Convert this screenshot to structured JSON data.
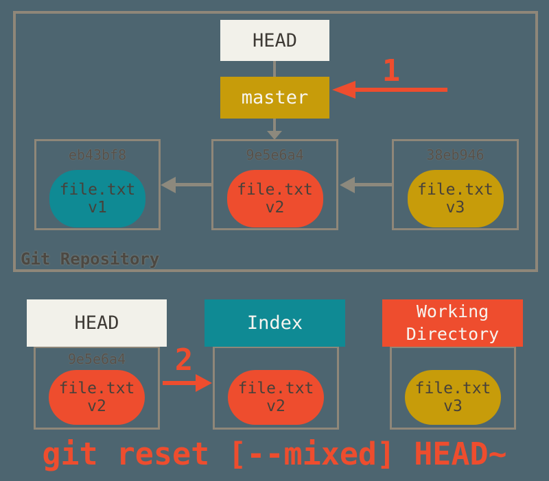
{
  "colors": {
    "bg": "#4d6570",
    "border": "#8f8779",
    "arrow": "#8d897d",
    "red": "#ee4d2e",
    "gold": "#c79c0a",
    "teal": "#0f8a94",
    "offwhite": "#f2f1ea",
    "dark": "#3e3a35",
    "hash": "#55504a",
    "blobtext": "#47413a",
    "white": "#f7f5f0",
    "label": "#4c4842"
  },
  "repository": {
    "label": "Git Repository",
    "head": "HEAD",
    "branch": "master",
    "step": "1",
    "commits": [
      {
        "hash": "eb43bf8",
        "file": "file.txt",
        "version": "v1"
      },
      {
        "hash": "9e5e6a4",
        "file": "file.txt",
        "version": "v2"
      },
      {
        "hash": "38eb946",
        "file": "file.txt",
        "version": "v3"
      }
    ]
  },
  "trees": {
    "step": "2",
    "head": {
      "title": "HEAD",
      "hash": "9e5e6a4",
      "file": "file.txt",
      "version": "v2"
    },
    "index": {
      "title": "Index",
      "file": "file.txt",
      "version": "v2"
    },
    "working_directory": {
      "title": "Working Directory",
      "file": "file.txt",
      "version": "v3"
    }
  },
  "caption": "git reset [--mixed] HEAD~"
}
